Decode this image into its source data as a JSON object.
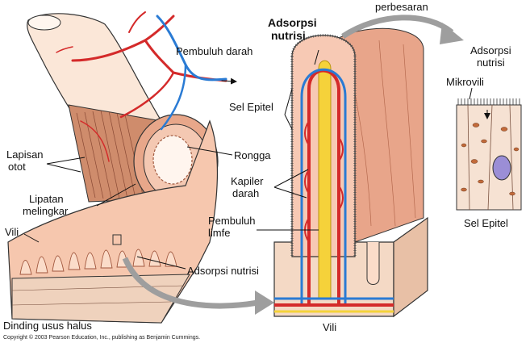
{
  "labels": {
    "pembuluh_darah": "Pembuluh darah",
    "lapisan_otot": [
      "Lapisan",
      "otot"
    ],
    "rongga": "Rongga",
    "lipatan_melingkar": [
      "Lipatan",
      "melingkar"
    ],
    "vili_left": "Vili",
    "adsorpsi_nutrisi_left": "Adsorpsi nutrisi",
    "dinding_usus_halus": "Dinding usus halus",
    "adsorpsi_nutrisi_center": [
      "Adsorpsi",
      "nutrisi"
    ],
    "sel_epitel_center": "Sel Epitel",
    "kapiler_darah": [
      "Kapiler",
      "darah"
    ],
    "pembuluh_limfe": [
      "Pembuluh",
      "limfe"
    ],
    "vili_bottom": "Vili",
    "perbesaran": "perbesaran",
    "adsorpsi_nutrisi_right": [
      "Adsorpsi",
      "nutrisi"
    ],
    "mikrovili": "Mikrovili",
    "sel_epitel_right": "Sel Epitel",
    "copyright": "Copyright © 2003 Pearson Education, Inc., publishing as Benjamin Cummings."
  },
  "colors": {
    "tissue": "#f2b9a0",
    "tissue_dark": "#d98a6a",
    "muscle": "#c8795a",
    "artery": "#d42a2a",
    "vein": "#2a7bd4",
    "lymph": "#f5d23a",
    "arrow": "#9e9e9e",
    "cell_bg": "#f6e2d3",
    "nucleus": "#9b8ed6"
  }
}
